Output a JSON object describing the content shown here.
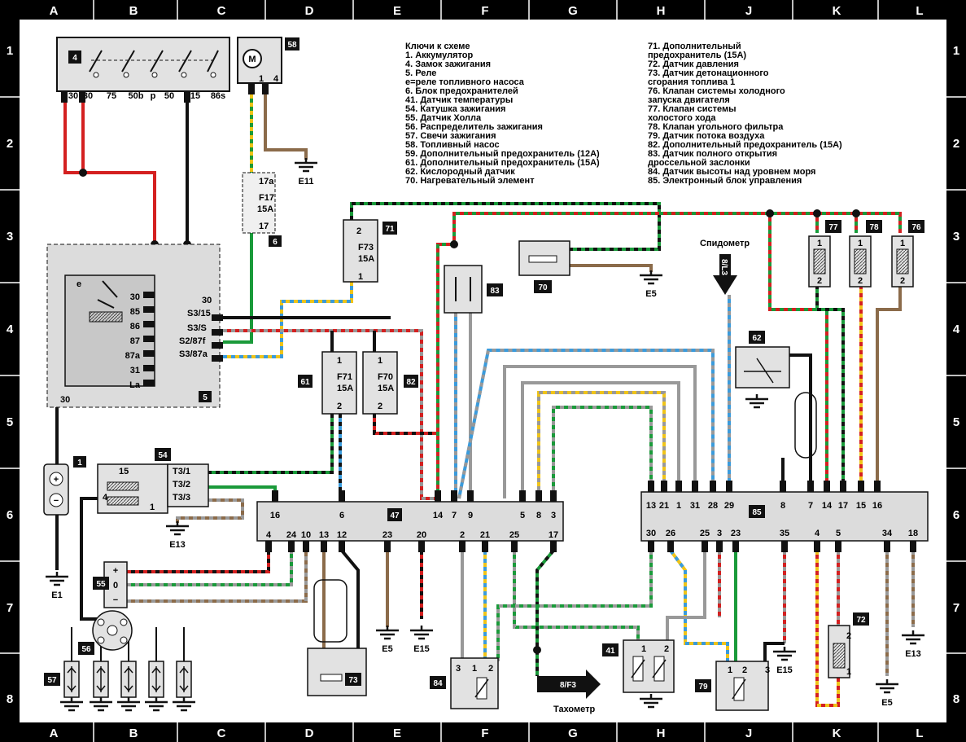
{
  "frame": {
    "cols": [
      "A",
      "B",
      "C",
      "D",
      "E",
      "F",
      "G",
      "H",
      "J",
      "K",
      "L"
    ],
    "rows": [
      "1",
      "2",
      "3",
      "4",
      "5",
      "6",
      "7",
      "8"
    ]
  },
  "legend": {
    "left": [
      "Ключи к схеме",
      "1. Аккумулятор",
      "4. Замок зажигания",
      "5. Реле",
      "e=реле топливного насоса",
      "6. Блок предохранителей",
      "41. Датчик температуры",
      "54. Катушка зажигания",
      "55. Датчик Холла",
      "56. Распределитель зажигания",
      "57. Свечи зажигания",
      "58. Топливный насос",
      "59. Дополнительный предохранитель (12А)",
      "61. Дополнительный предохранитель (15А)",
      "62. Кислородный датчик",
      "70. Нагревательный элемент"
    ],
    "right": [
      "71. Дополнительный",
      "предохранитель (15А)",
      "72. Датчик давления",
      "73. Датчик детонационного",
      "сгорания топлива 1",
      "76. Клапан системы холодного",
      "запуска двигателя",
      "77. Клапан системы",
      "холостого хода",
      "78. Клапан угольного фильтра",
      "79. Датчик потока воздуха",
      "82. Дополнительный предохранитель (15А)",
      "83. Датчик полного открытия",
      "дроссельной заслонки",
      "84. Датчик высоты над уровнем моря",
      "85. Электронный блок управления"
    ]
  },
  "components": {
    "c1": "1",
    "c4": "4",
    "c5": "5",
    "c6": "6",
    "c41": "41",
    "c47": "47",
    "c54": "54",
    "c55": "55",
    "c56": "56",
    "c57": "57",
    "c58": "58",
    "c61": "61",
    "c62": "62",
    "c70": "70",
    "c71": "71",
    "c72": "72",
    "c73": "73",
    "c76": "76",
    "c77": "77",
    "c78": "78",
    "c79": "79",
    "c82": "82",
    "c83": "83",
    "c84": "84",
    "c85": "85"
  },
  "ignition": {
    "pins": [
      "30",
      "30",
      "75",
      "50b",
      "p",
      "50",
      "15",
      "86s"
    ]
  },
  "relay": {
    "e": "e",
    "pins": [
      "30",
      "85",
      "86",
      "87",
      "87a",
      "31",
      "La"
    ],
    "ext": [
      "30",
      "S3/15",
      "S3/S",
      "S2/87f",
      "S3/87a"
    ],
    "bottom": "30"
  },
  "fuses": {
    "f17": {
      "id": "17a",
      "name": "F17",
      "amp": "15A",
      "bot": "17"
    },
    "f73": {
      "top": "2",
      "name": "F73",
      "amp": "15A",
      "bot": "1"
    },
    "f71": {
      "top": "1",
      "name": "F71",
      "amp": "15A",
      "bot": "2"
    },
    "f70": {
      "top": "1",
      "name": "F70",
      "amp": "15A",
      "bot": "2"
    }
  },
  "pump": {
    "m": "M",
    "p1": "1",
    "p4": "4"
  },
  "coil": {
    "t": [
      "T3/1",
      "T3/2",
      "T3/3"
    ],
    "p15": "15",
    "p4": "4",
    "p1": "1"
  },
  "hall": {
    "plus": "+",
    "zero": "0",
    "minus": "−"
  },
  "ecu47": {
    "top": [
      "16",
      "6",
      "14",
      "7",
      "9",
      "5",
      "8",
      "3"
    ],
    "bottom": [
      "4",
      "24",
      "10",
      "13",
      "12",
      "23",
      "20",
      "2",
      "21",
      "25",
      "17"
    ]
  },
  "ecu85": {
    "top": [
      "13",
      "21",
      "1",
      "31",
      "28",
      "29",
      "8",
      "7",
      "14",
      "17",
      "15",
      "16"
    ],
    "bottom": [
      "30",
      "26",
      "25",
      "3",
      "23",
      "35",
      "4",
      "5",
      "34",
      "18"
    ]
  },
  "valves": {
    "p1": "1",
    "p2": "2"
  },
  "sensor41": {
    "p1": "1",
    "p2": "2"
  },
  "sensor84": {
    "p3": "3",
    "p1": "1",
    "p2": "2"
  },
  "sensor79": {
    "p1": "1",
    "p2": "2",
    "p3": "3"
  },
  "sensor72": {
    "p2": "2",
    "p1": "1"
  },
  "grounds": {
    "e11": "E11",
    "e5a": "E5",
    "e13a": "E13",
    "e1": "E1",
    "e5b": "E5",
    "e15a": "E15",
    "e15b": "E15",
    "e13b": "E13",
    "e5c": "E5"
  },
  "refs": {
    "speedo": "Спидометр",
    "speedo_ref": "8/L3",
    "tacho": "Тахометр",
    "tacho_ref": "8/F3"
  },
  "colors": {
    "red": "#d42020",
    "green": "#1a9a3a",
    "yellow": "#f0c419",
    "blue": "#3a9bdc",
    "brown": "#8b6b4a",
    "grey": "#999999",
    "black": "#111111"
  }
}
